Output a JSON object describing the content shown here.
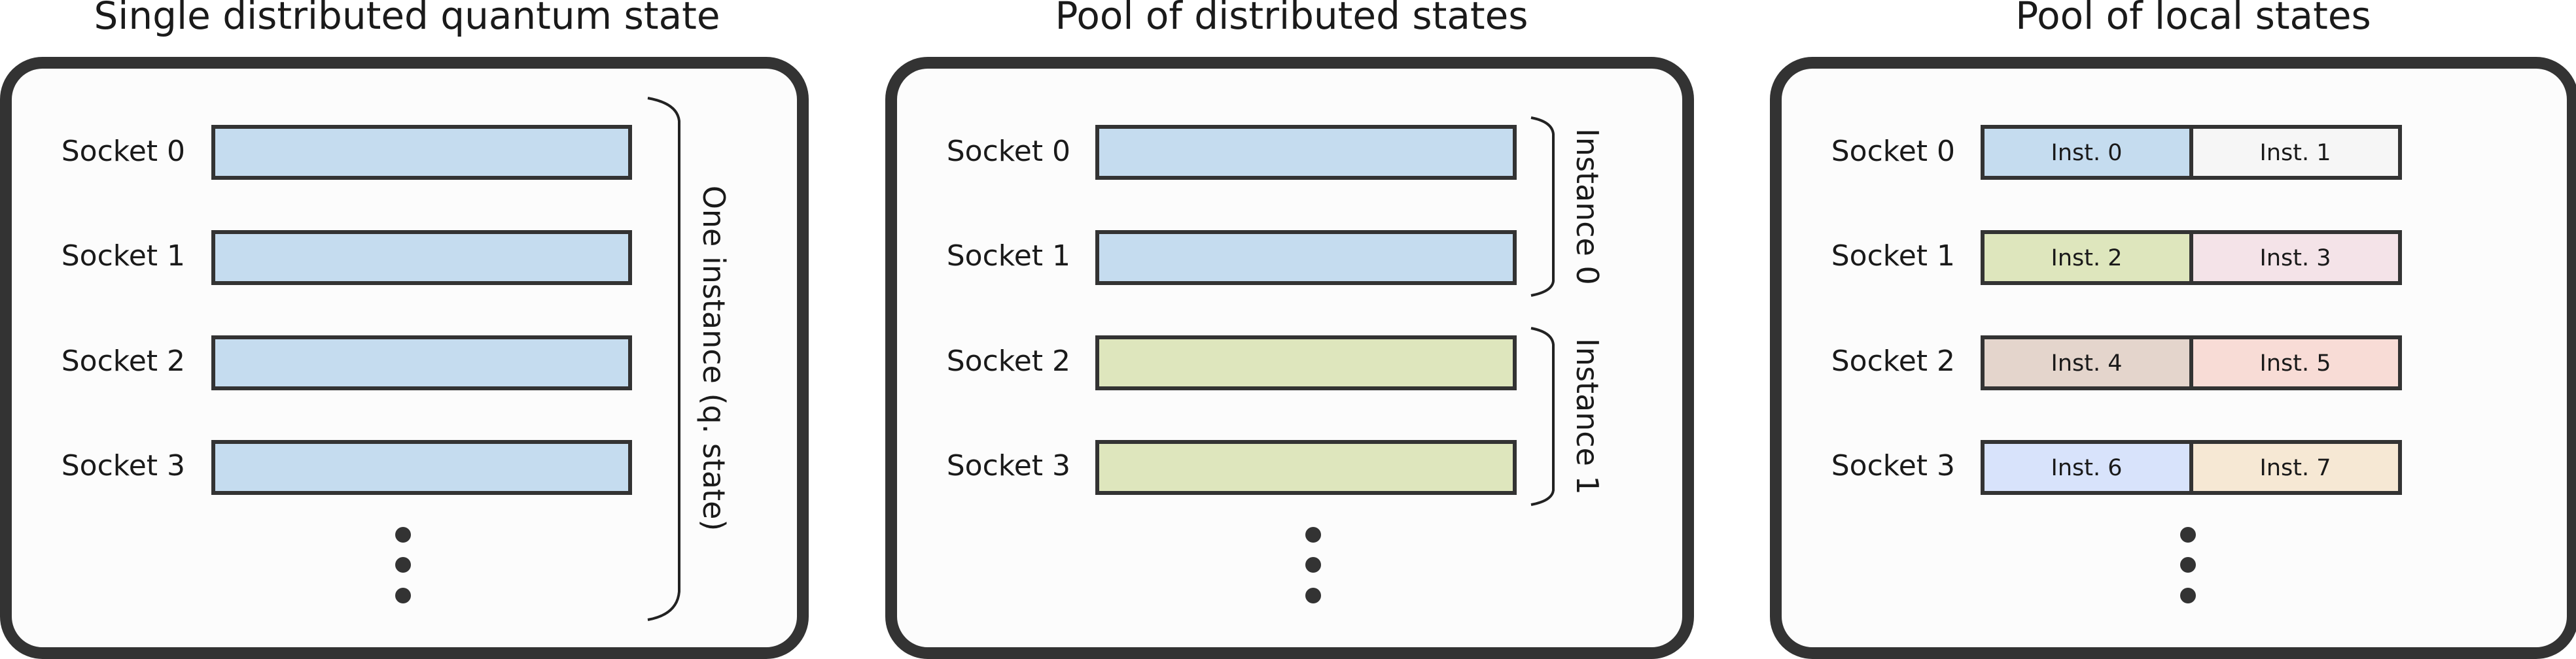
{
  "panels": [
    {
      "title": "Single distributed quantum state",
      "sockets": [
        "Socket 0",
        "Socket 1",
        "Socket 2",
        "Socket 3"
      ],
      "bar_colors": [
        "#c5dcef",
        "#c5dcef",
        "#c5dcef",
        "#c5dcef"
      ],
      "brace_labels": [
        "One instance (q. state)"
      ]
    },
    {
      "title": "Pool of distributed states",
      "sockets": [
        "Socket 0",
        "Socket 1",
        "Socket 2",
        "Socket 3"
      ],
      "bar_colors": [
        "#c5dcef",
        "#c5dcef",
        "#dee6bd",
        "#dee6bd"
      ],
      "brace_labels": [
        "Instance 0",
        "Instance 1"
      ]
    },
    {
      "title": "Pool of local states",
      "sockets": [
        "Socket 0",
        "Socket 1",
        "Socket 2",
        "Socket 3"
      ],
      "cells": [
        [
          {
            "label": "Inst. 0",
            "color": "#c5dcef"
          },
          {
            "label": "Inst. 1",
            "color": "#f6f6f6"
          }
        ],
        [
          {
            "label": "Inst. 2",
            "color": "#dee6bd"
          },
          {
            "label": "Inst. 3",
            "color": "#f4e3e8"
          }
        ],
        [
          {
            "label": "Inst. 4",
            "color": "#e4d5cc"
          },
          {
            "label": "Inst. 5",
            "color": "#f8dcd6"
          }
        ],
        [
          {
            "label": "Inst. 6",
            "color": "#d8e3fb"
          },
          {
            "label": "Inst. 7",
            "color": "#f6e8d4"
          }
        ]
      ]
    }
  ]
}
